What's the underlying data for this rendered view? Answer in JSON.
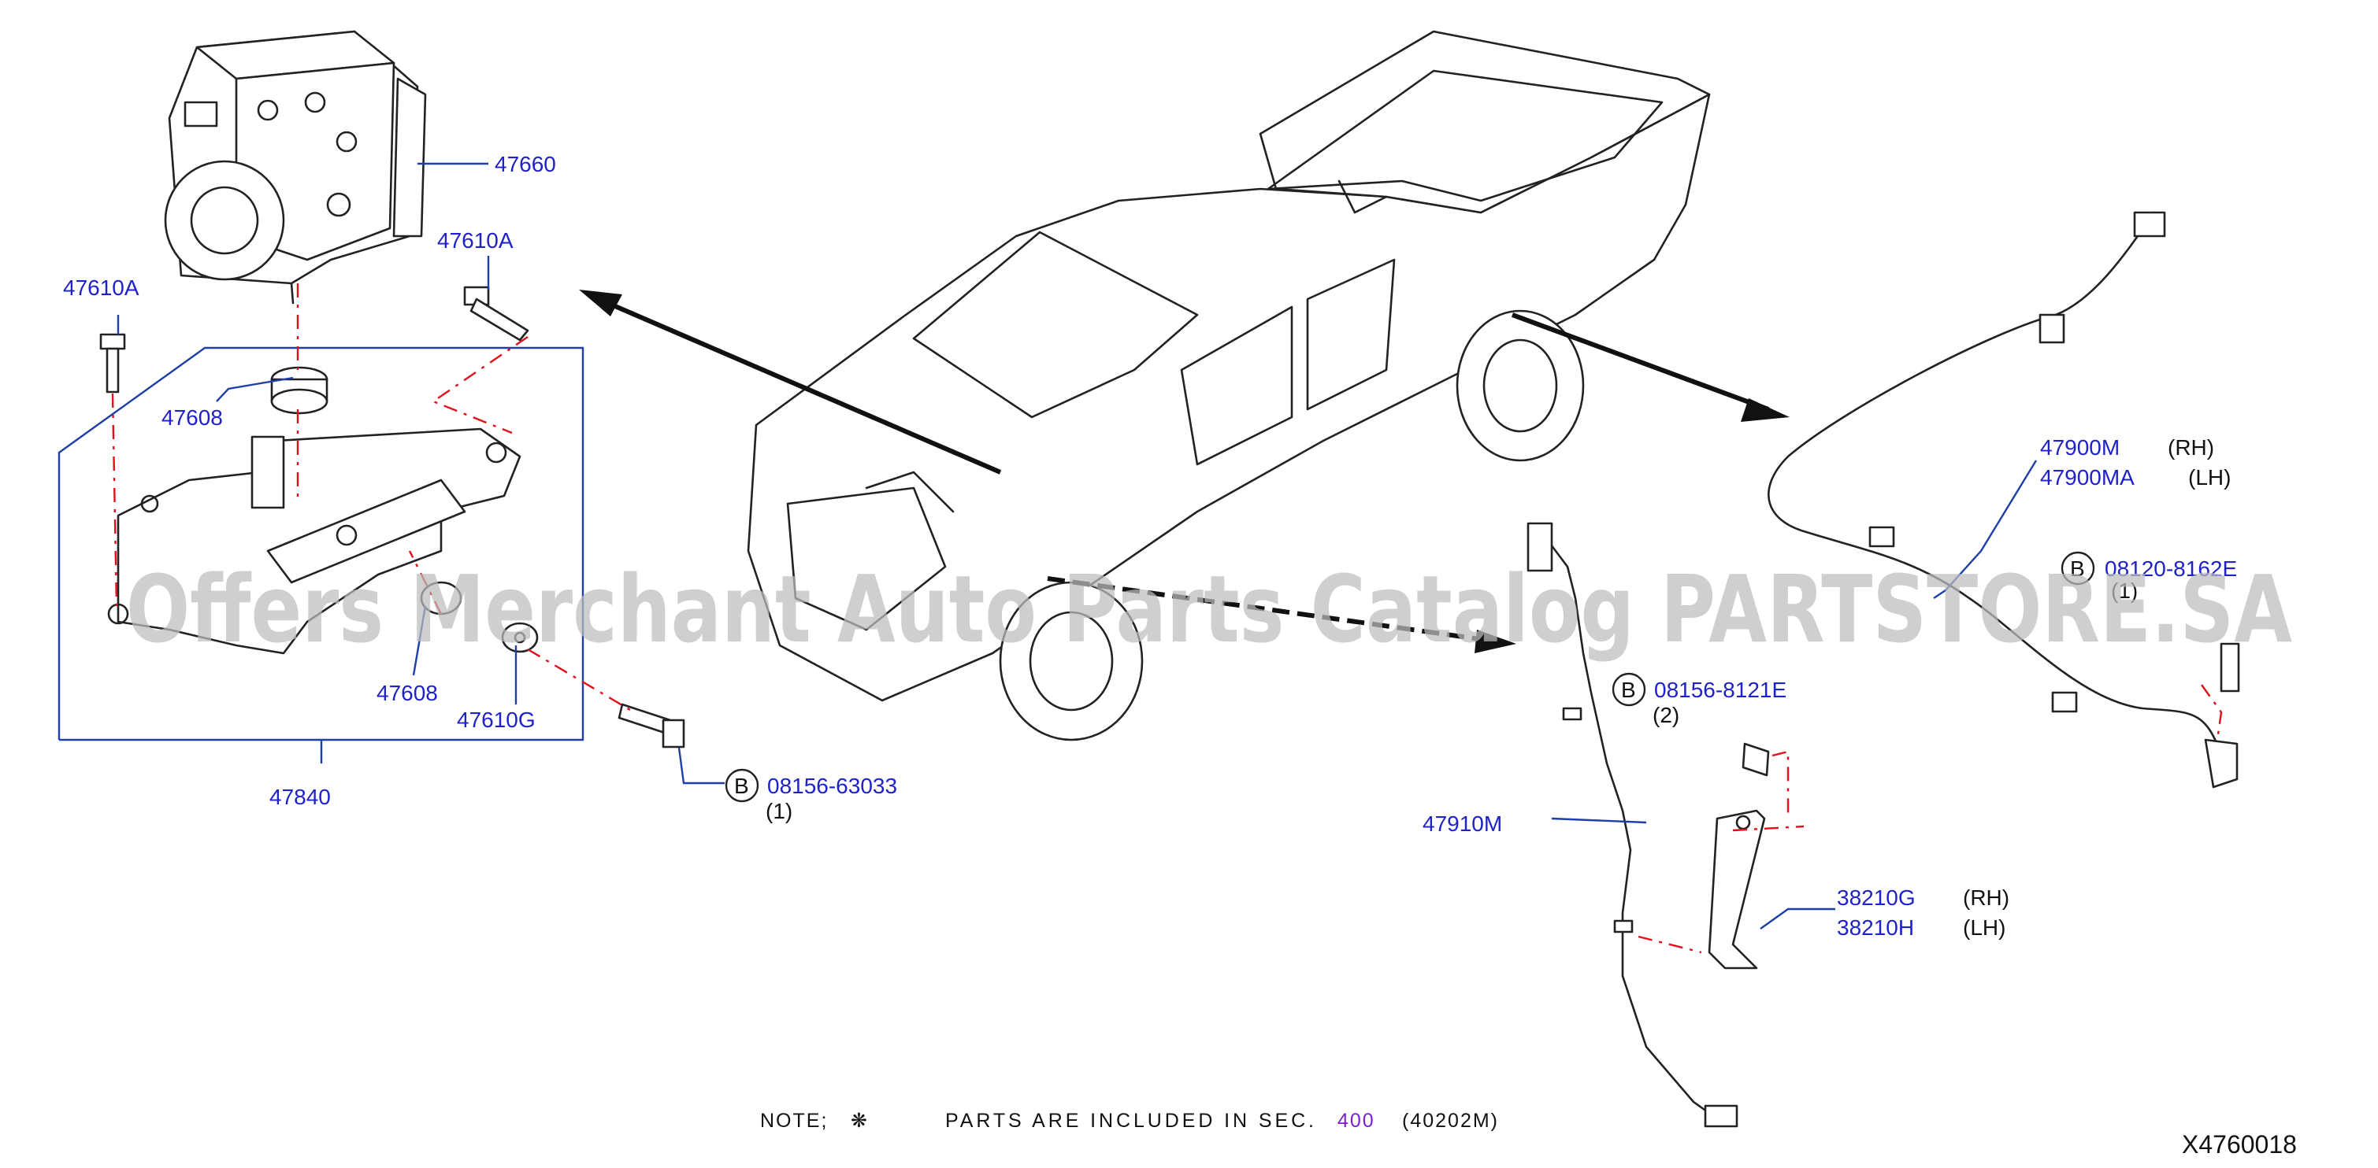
{
  "diagram_id": "X4760018",
  "watermark": "Offers Merchant Auto Parts Catalog PARTSTORE.SA",
  "note": {
    "prefix": "NOTE;",
    "symbol": "❋",
    "text": "PARTS ARE INCLUDED IN SEC.",
    "section": "400",
    "code": "(40202M)",
    "section_color": "#7a1fd0"
  },
  "callouts": {
    "p47660": "47660",
    "p47610A_right": "47610A",
    "p47610A_left": "47610A",
    "p47608_top": "47608",
    "p47608_bottom": "47608",
    "p47610G": "47610G",
    "p47840": "47840",
    "bolt1": {
      "letter": "B",
      "part": "08156-63033",
      "qty": "(1)"
    },
    "bolt2": {
      "letter": "B",
      "part": "08156-8121E",
      "qty": "(2)"
    },
    "bolt3": {
      "letter": "B",
      "part": "08120-8162E",
      "qty": "(1)"
    },
    "p47910M": "47910M",
    "p38210G": {
      "part": "38210G",
      "side": "(RH)"
    },
    "p38210H": {
      "part": "38210H",
      "side": "(LH)"
    },
    "p47900M": {
      "part": "47900M",
      "side": "(RH)"
    },
    "p47900MA": {
      "part": "47900MA",
      "side": "(LH)"
    }
  },
  "colors": {
    "label": "#1f22c8",
    "leader": "#1e3fa8",
    "phantom_line": "#e0101c",
    "ink": "#222222"
  }
}
